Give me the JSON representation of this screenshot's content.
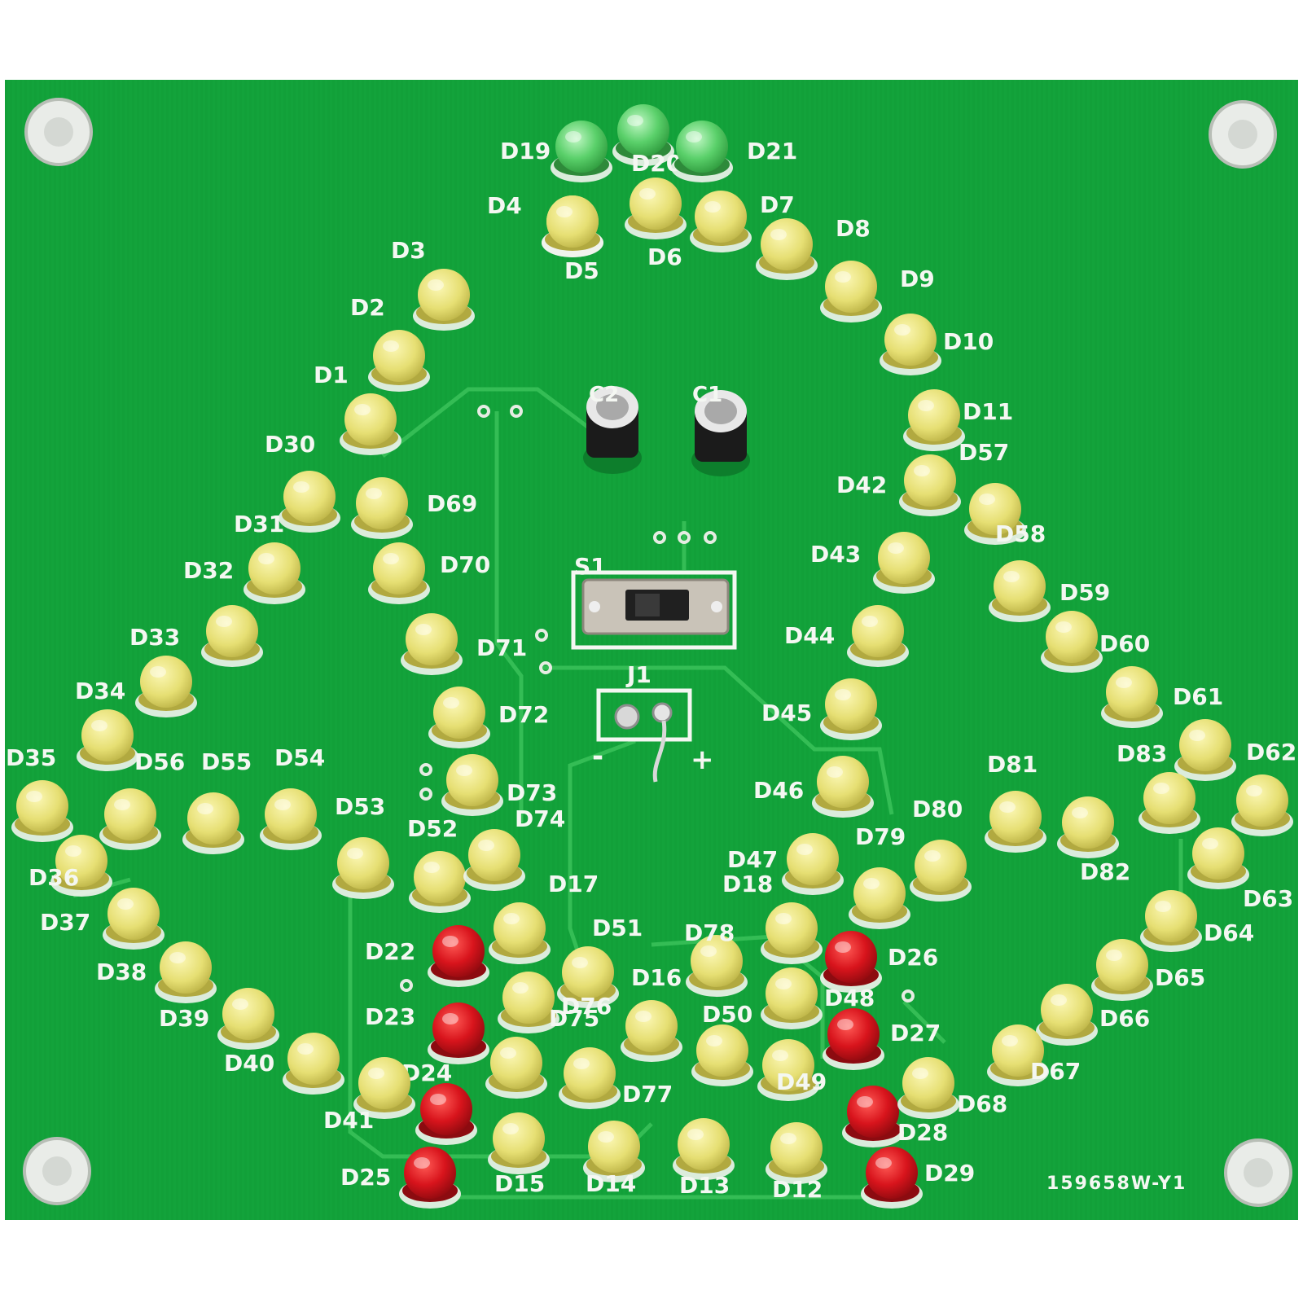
{
  "colors": {
    "background": "#ffffff",
    "board": "#12a23a",
    "board_dark": "#0f8f33",
    "trace": "#2fb84f",
    "silkscreen": "#f4f7f2",
    "led_yellow": "#e8e27a",
    "led_yellow_dark": "#c9c251",
    "led_red": "#d8141c",
    "led_green": "#4fcf63",
    "mount_hole": "#e9ece8"
  },
  "board": {
    "serial": "159658W-Y1",
    "switch_label": "S1",
    "jack_label": "J1",
    "jack_minus": "-",
    "jack_plus": "+",
    "capacitors": [
      "C2",
      "C1"
    ]
  },
  "leds": [
    {
      "label": "D19",
      "color": "green"
    },
    {
      "label": "D20",
      "color": "green"
    },
    {
      "label": "D21",
      "color": "green"
    },
    {
      "label": "D4",
      "color": "yellow"
    },
    {
      "label": "D5",
      "color": "yellow"
    },
    {
      "label": "D6",
      "color": "yellow"
    },
    {
      "label": "D7",
      "color": "yellow"
    },
    {
      "label": "D8",
      "color": "yellow"
    },
    {
      "label": "D9",
      "color": "yellow"
    },
    {
      "label": "D3",
      "color": "yellow"
    },
    {
      "label": "D2",
      "color": "yellow"
    },
    {
      "label": "D10",
      "color": "yellow"
    },
    {
      "label": "D1",
      "color": "yellow"
    },
    {
      "label": "D11",
      "color": "yellow"
    },
    {
      "label": "D30",
      "color": "yellow"
    },
    {
      "label": "D69",
      "color": "yellow"
    },
    {
      "label": "D42",
      "color": "yellow"
    },
    {
      "label": "D57",
      "color": "yellow"
    },
    {
      "label": "D31",
      "color": "yellow"
    },
    {
      "label": "D70",
      "color": "yellow"
    },
    {
      "label": "D43",
      "color": "yellow"
    },
    {
      "label": "D58",
      "color": "yellow"
    },
    {
      "label": "D32",
      "color": "yellow"
    },
    {
      "label": "D59",
      "color": "yellow"
    },
    {
      "label": "D33",
      "color": "yellow"
    },
    {
      "label": "D71",
      "color": "yellow"
    },
    {
      "label": "D44",
      "color": "yellow"
    },
    {
      "label": "D60",
      "color": "yellow"
    },
    {
      "label": "D34",
      "color": "yellow"
    },
    {
      "label": "D72",
      "color": "yellow"
    },
    {
      "label": "D45",
      "color": "yellow"
    },
    {
      "label": "D61",
      "color": "yellow"
    },
    {
      "label": "D35",
      "color": "yellow"
    },
    {
      "label": "D56",
      "color": "yellow"
    },
    {
      "label": "D55",
      "color": "yellow"
    },
    {
      "label": "D54",
      "color": "yellow"
    },
    {
      "label": "D53",
      "color": "yellow"
    },
    {
      "label": "D73",
      "color": "yellow"
    },
    {
      "label": "D46",
      "color": "yellow"
    },
    {
      "label": "D81",
      "color": "yellow"
    },
    {
      "label": "D83",
      "color": "yellow"
    },
    {
      "label": "D62",
      "color": "yellow"
    },
    {
      "label": "D36",
      "color": "yellow"
    },
    {
      "label": "D52",
      "color": "yellow"
    },
    {
      "label": "D74",
      "color": "yellow"
    },
    {
      "label": "D47",
      "color": "yellow"
    },
    {
      "label": "D79",
      "color": "yellow"
    },
    {
      "label": "D80",
      "color": "yellow"
    },
    {
      "label": "D82",
      "color": "yellow"
    },
    {
      "label": "D63",
      "color": "yellow"
    },
    {
      "label": "D37",
      "color": "yellow"
    },
    {
      "label": "D17",
      "color": "yellow"
    },
    {
      "label": "D18",
      "color": "yellow"
    },
    {
      "label": "D64",
      "color": "yellow"
    },
    {
      "label": "D22",
      "color": "red"
    },
    {
      "label": "D51",
      "color": "yellow"
    },
    {
      "label": "D78",
      "color": "yellow"
    },
    {
      "label": "D26",
      "color": "red"
    },
    {
      "label": "D38",
      "color": "yellow"
    },
    {
      "label": "D65",
      "color": "yellow"
    },
    {
      "label": "D16",
      "color": "yellow"
    },
    {
      "label": "D48",
      "color": "yellow"
    },
    {
      "label": "D39",
      "color": "yellow"
    },
    {
      "label": "D23",
      "color": "red"
    },
    {
      "label": "D76",
      "color": "yellow"
    },
    {
      "label": "D50",
      "color": "yellow"
    },
    {
      "label": "D27",
      "color": "red"
    },
    {
      "label": "D66",
      "color": "yellow"
    },
    {
      "label": "D75",
      "color": "yellow"
    },
    {
      "label": "D40",
      "color": "yellow"
    },
    {
      "label": "D67",
      "color": "yellow"
    },
    {
      "label": "D24",
      "color": "red"
    },
    {
      "label": "D77",
      "color": "yellow"
    },
    {
      "label": "D49",
      "color": "yellow"
    },
    {
      "label": "D41",
      "color": "yellow"
    },
    {
      "label": "D28",
      "color": "red"
    },
    {
      "label": "D68",
      "color": "yellow"
    },
    {
      "label": "D25",
      "color": "red"
    },
    {
      "label": "D15",
      "color": "yellow"
    },
    {
      "label": "D14",
      "color": "yellow"
    },
    {
      "label": "D13",
      "color": "yellow"
    },
    {
      "label": "D12",
      "color": "yellow"
    },
    {
      "label": "D29",
      "color": "red"
    }
  ]
}
